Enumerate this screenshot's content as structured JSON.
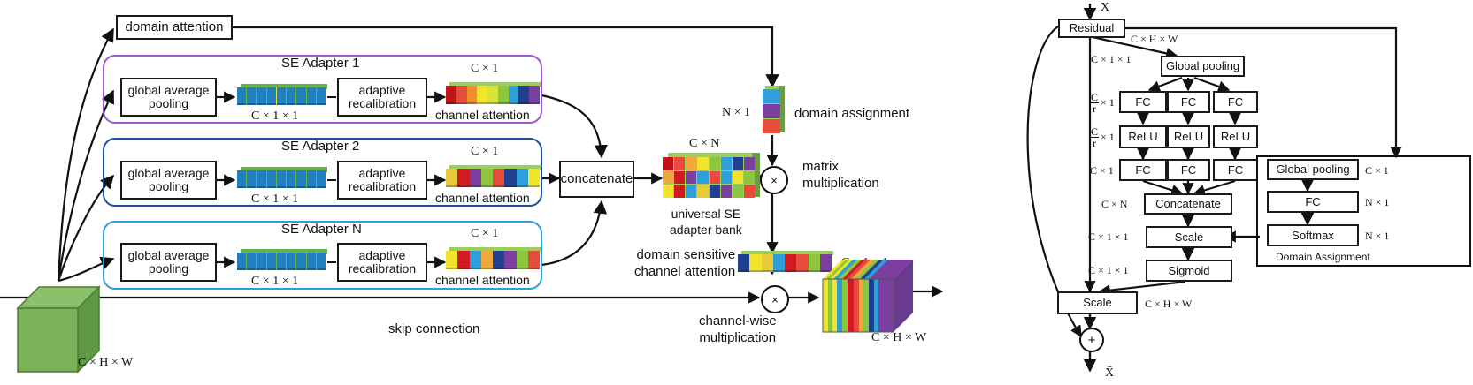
{
  "figure": {
    "left_panel": {
      "domain_attention_box": "domain attention",
      "adapters": [
        {
          "title": "SE Adapter 1",
          "gap_box": "global average\npooling",
          "tensor_label": "C × 1 × 1",
          "recal_box": "adaptive\nrecalibration",
          "attention_dim": "C × 1",
          "attention_label": "channel attention",
          "border_color": "#9b59d0",
          "attention_colors": [
            "#c0131a",
            "#e64b3c",
            "#ef8f2b",
            "#f2e42b",
            "#d7e33a",
            "#8cc63f",
            "#2e9fd8",
            "#1f3f8f",
            "#7b3fa0"
          ]
        },
        {
          "title": "SE Adapter 2",
          "gap_box": "global average\npooling",
          "tensor_label": "C × 1 × 1",
          "recal_box": "adaptive\nrecalibration",
          "attention_dim": "C × 1",
          "attention_label": "channel attention",
          "border_color": "#1f4e9c",
          "attention_colors": [
            "#e8c93a",
            "#cf1b22",
            "#7b3fa0",
            "#8cc63f",
            "#e64b3c",
            "#1f3f8f",
            "#2e9fd8",
            "#f2e42b"
          ]
        },
        {
          "title": "SE Adapter N",
          "gap_box": "global average\npooling",
          "tensor_label": "C × 1 × 1",
          "recal_box": "adaptive\nrecalibration",
          "attention_dim": "C × 1",
          "attention_label": "channel attention",
          "border_color": "#2e9fd8",
          "attention_colors": [
            "#f2e42b",
            "#cf1b22",
            "#2e9fd8",
            "#efa93a",
            "#1f3f8f",
            "#7b3fa0",
            "#8cc63f",
            "#e64b3c"
          ]
        }
      ],
      "concatenate_box": "concatenate",
      "bank_dim": "C × N",
      "bank_label": "universal SE\nadapter bank",
      "domain_assignment_dim": "N × 1",
      "domain_assignment_label": "domain assignment",
      "domain_assignment_colors": [
        "#2e9fd8",
        "#7b3fa0",
        "#e64b3c"
      ],
      "matrix_mult_label": "matrix\nmultiplication",
      "matrix_mult_symbol": "×",
      "dsca_label": "domain sensitive\nchannel attention",
      "dsca_dim": "C × 1 × 1",
      "dsca_colors": [
        "#1f3f8f",
        "#f2e42b",
        "#e8c93a",
        "#2e9fd8",
        "#cf1b22",
        "#e64b3c",
        "#8cc63f",
        "#7b3fa0"
      ],
      "channelwise_label": "channel-wise\nmultiplication",
      "channelwise_symbol": "×",
      "skip_label": "skip connection",
      "input_dim": "C × H × W",
      "output_dim": "C × H × W",
      "input_cube_color": "#6aaa4a",
      "output_slab_colors": [
        "#f2e42b",
        "#8cc63f",
        "#2e9fd8",
        "#cf1b22",
        "#e64b3c",
        "#efa93a",
        "#8cc63f",
        "#1f3f8f",
        "#7b3fa0"
      ]
    },
    "right_panel": {
      "input_symbol": "X",
      "output_symbol": "X̄",
      "residual_box": "Residual",
      "residual_dim": "C × H × W",
      "global_pooling_box": "Global pooling",
      "global_pooling_dim": "C × 1 × 1",
      "fc_row_1": [
        "FC",
        "FC",
        "FC"
      ],
      "fc_row_1_dim_num": "C",
      "fc_row_1_dim_den": "r",
      "fc_row_1_dim_suffix": "× 1",
      "relu_row": [
        "ReLU",
        "ReLU",
        "ReLU"
      ],
      "relu_row_dim_num": "C",
      "relu_row_dim_den": "r",
      "relu_row_dim_suffix": "× 1",
      "fc_row_2": [
        "FC",
        "FC",
        "FC"
      ],
      "fc_row_2_dim": "C × 1",
      "concatenate_box": "Concatenate",
      "concatenate_dim": "C × N",
      "scale_box": "Scale",
      "scale_dim": "C × 1 × 1",
      "sigmoid_box": "Sigmoid",
      "sigmoid_dim": "C × 1 × 1",
      "final_scale_box": "Scale",
      "final_scale_dim": "C × H × W",
      "add_symbol": "+",
      "da_group_label": "Domain Assignment",
      "da_global_pooling_box": "Global pooling",
      "da_global_pooling_dim": "C × 1",
      "da_fc_box": "FC",
      "da_fc_dim": "N × 1",
      "da_softmax_box": "Softmax",
      "da_softmax_dim": "N × 1"
    }
  }
}
